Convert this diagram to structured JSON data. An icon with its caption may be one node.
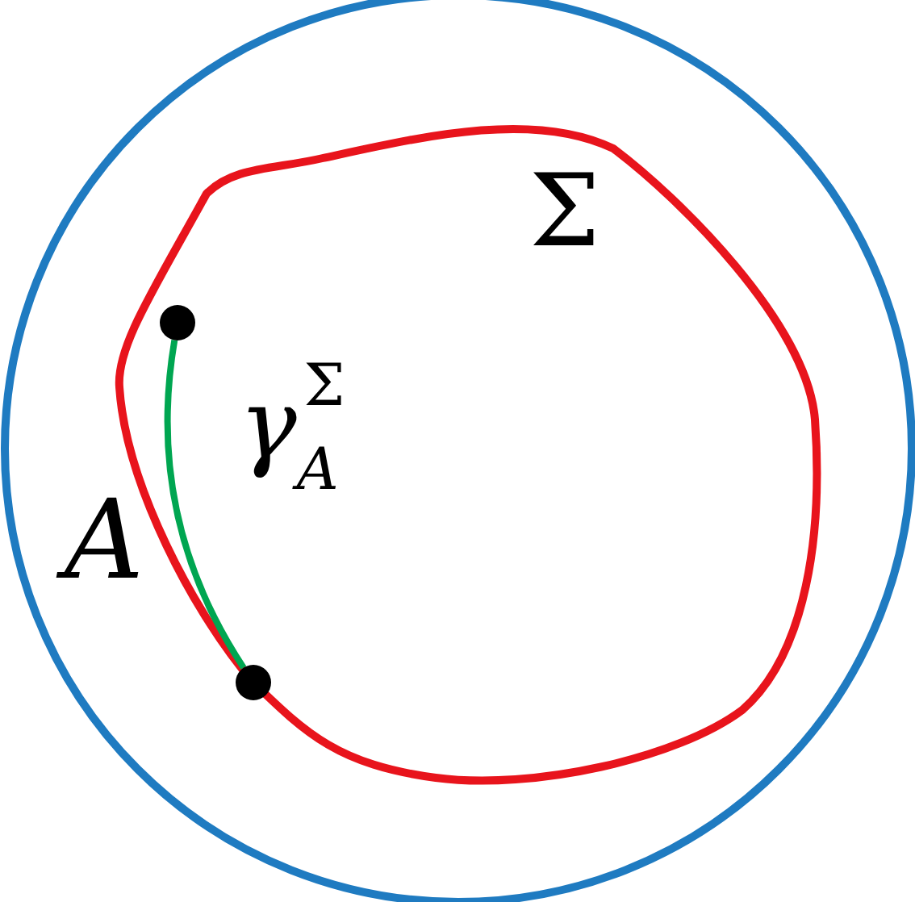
{
  "diagram": {
    "nodes": [
      {
        "text": [],
        "shape": "circle"
      },
      {
        "text": [],
        "shape": "circle"
      }
    ],
    "edges": [
      {
        "from": 0,
        "to": 1,
        "arrow": "none",
        "color": "#00a651"
      }
    ],
    "labels": [
      "Σ",
      "γ$_{A}$$^{Σ}$",
      "A"
    ]
  }
}
